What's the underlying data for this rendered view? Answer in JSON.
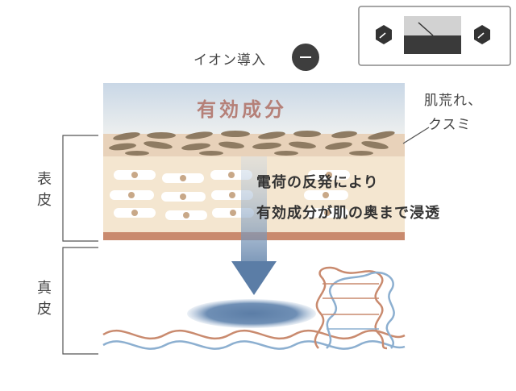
{
  "ion_label": "イオン導入",
  "ion_badge_symbol": "minus",
  "ingredient_label": "有効成分",
  "skin_issue": {
    "line1": "肌荒れ、",
    "line2": "クスミ"
  },
  "effect": {
    "line1": "電荷の反発により",
    "line2": "有効成分が肌の奥まで浸透"
  },
  "layers": {
    "epidermis": "表皮",
    "dermis": "真皮"
  },
  "colors": {
    "ingredient_text": "#b58078",
    "arrow": "#5b7da6",
    "collagen_red": "#c98a6e",
    "collagen_blue": "#8cafd0",
    "skin_base": "#f4e6d0",
    "stratum": "#e6cbb0",
    "basement": "#c98a6e"
  }
}
